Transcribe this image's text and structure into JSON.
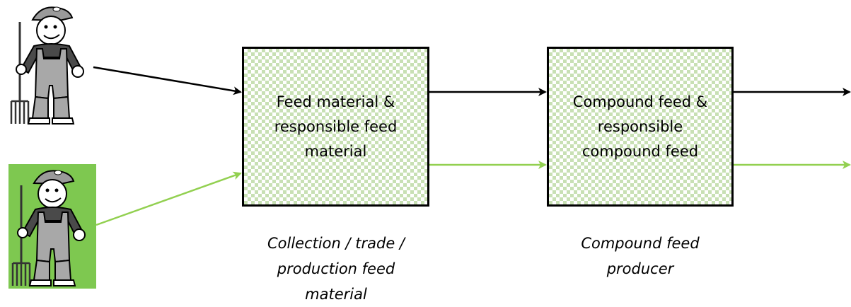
{
  "boxes": [
    {
      "label": "Feed material &\nresponsible feed\nmaterial"
    },
    {
      "label": "Compound feed &\nresponsible\ncompound feed"
    }
  ],
  "captions": [
    {
      "text": "Collection / trade /\nproduction feed\nmaterial"
    },
    {
      "text": "Compound feed\nproducer"
    }
  ],
  "colors": {
    "conventional_flow": "#000000",
    "responsible_flow": "#92d050",
    "farmer_highlight_bg": "#7ec850",
    "box_pattern": "#c8e0b4"
  },
  "icons": {
    "farmer_conventional": "farmer-icon",
    "farmer_responsible": "farmer-icon"
  }
}
